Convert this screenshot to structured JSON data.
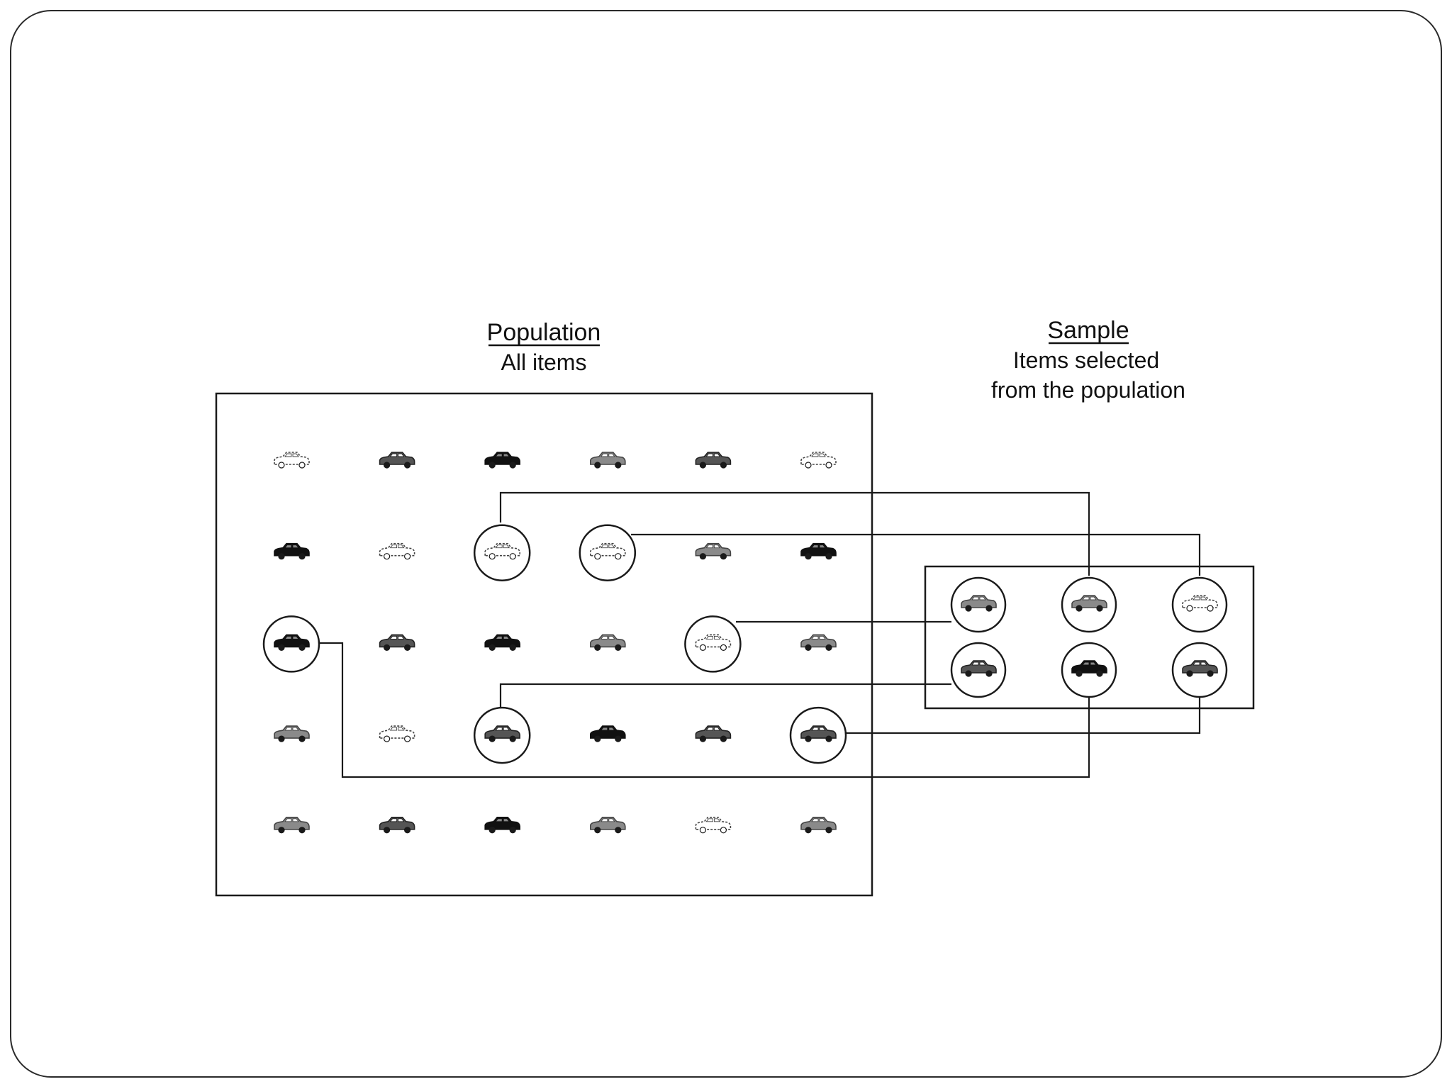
{
  "population": {
    "title": "Population",
    "subtitle": "All items"
  },
  "sample": {
    "title": "Sample",
    "subtitle_line1": "Items selected",
    "subtitle_line2": "from the population"
  },
  "colors": {
    "line": "#1a1a1a",
    "car_dark": "#111111",
    "car_medium": "#555555",
    "car_light": "#8a8a8a",
    "car_outline": "#444444"
  },
  "population_grid": {
    "rows": 5,
    "columns": 6,
    "cars": [
      [
        "outline",
        "medium",
        "dark",
        "light",
        "medium",
        "outline"
      ],
      [
        "dark",
        "outline",
        "outline",
        "outline",
        "light",
        "dark"
      ],
      [
        "dark",
        "medium",
        "dark",
        "light",
        "outline",
        "light"
      ],
      [
        "light",
        "outline",
        "medium",
        "dark",
        "medium",
        "medium"
      ],
      [
        "light",
        "medium",
        "dark",
        "light",
        "outline",
        "light"
      ]
    ],
    "circled": [
      [
        1,
        2
      ],
      [
        1,
        3
      ],
      [
        2,
        0
      ],
      [
        2,
        4
      ],
      [
        3,
        2
      ],
      [
        3,
        5
      ]
    ]
  },
  "sample_grid": {
    "rows": 2,
    "columns": 3,
    "cars": [
      [
        "light",
        "light",
        "outline"
      ],
      [
        "medium",
        "dark",
        "medium"
      ]
    ]
  }
}
